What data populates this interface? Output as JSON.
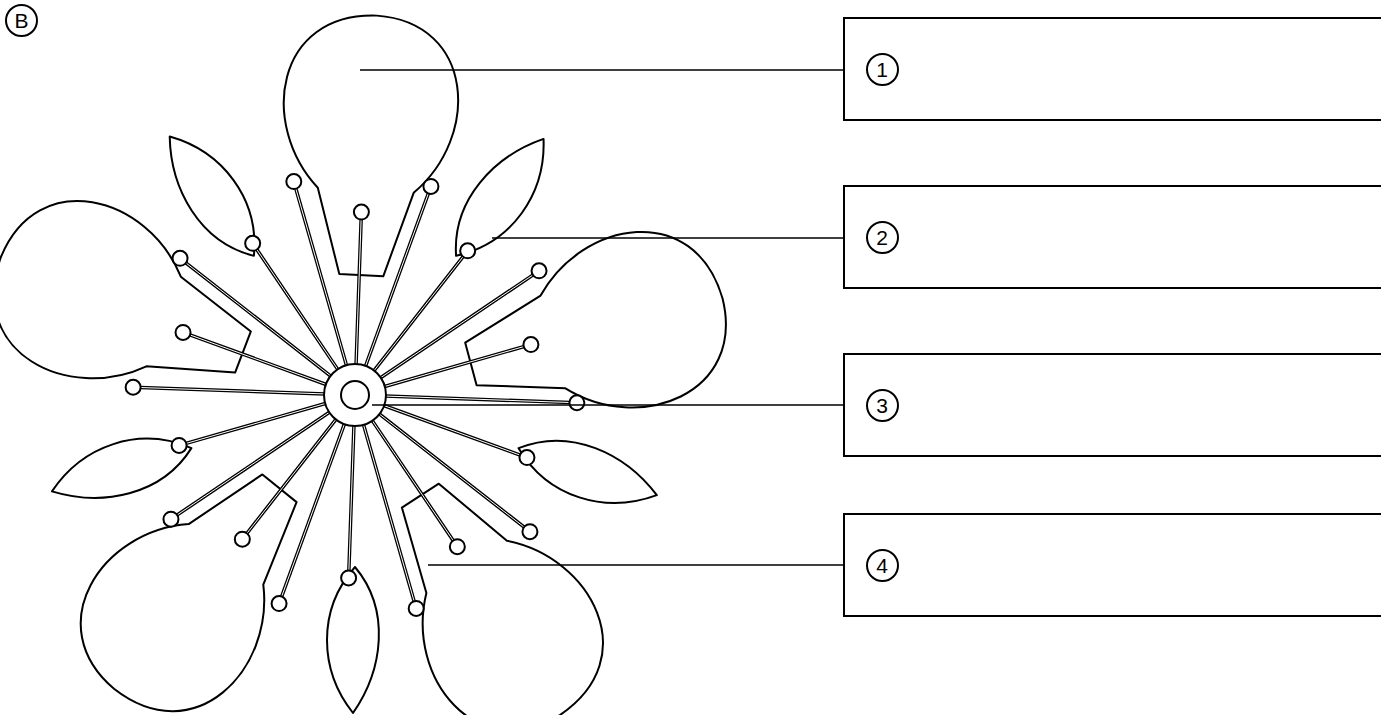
{
  "diagram": {
    "nodes": [
      {
        "text": [
          "1"
        ]
      },
      {
        "text": [
          "2"
        ]
      },
      {
        "text": [
          "3"
        ]
      },
      {
        "text": [
          "4"
        ]
      }
    ],
    "labels": [
      "B"
    ]
  }
}
